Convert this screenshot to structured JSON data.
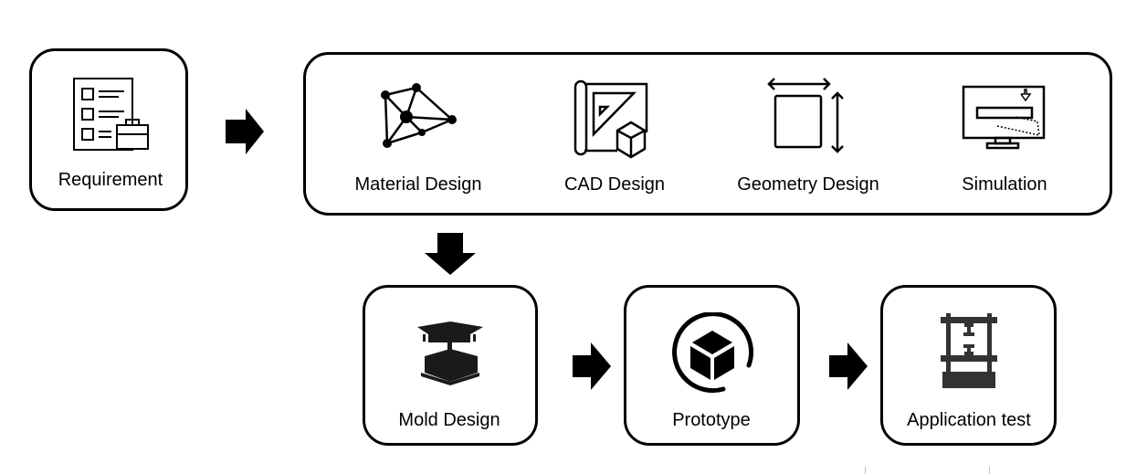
{
  "steps": {
    "requirement": "Requirement",
    "material_design": "Material Design",
    "cad_design": "CAD Design",
    "geometry_design": "Geometry Design",
    "simulation": "Simulation",
    "mold_design": "Mold Design",
    "prototype": "Prototype",
    "application_test": "Application test"
  }
}
